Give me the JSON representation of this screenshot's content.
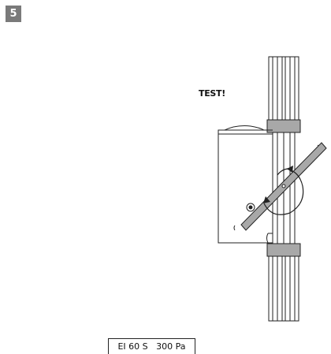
{
  "step": {
    "number": "5"
  },
  "diagram": {
    "test_label": "TEST!"
  },
  "rating": {
    "label": "EI 60 S   300 Pa"
  }
}
